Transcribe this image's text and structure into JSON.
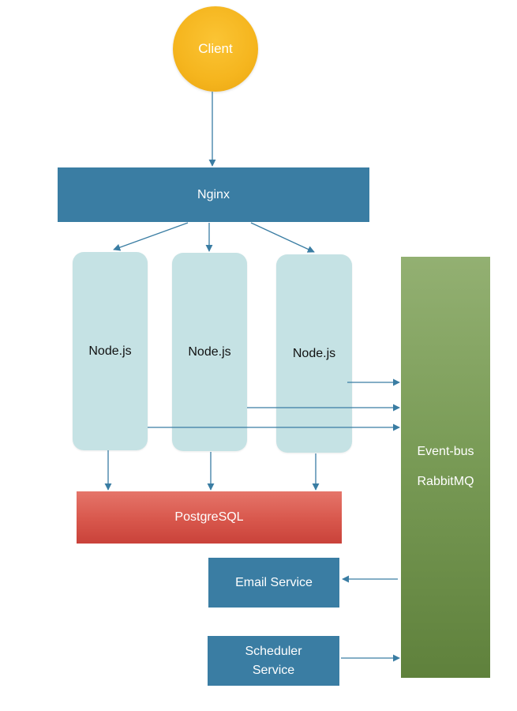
{
  "nodes": {
    "client": "Client",
    "nginx": "Nginx",
    "nodejs": [
      "Node.js",
      "Node.js",
      "Node.js"
    ],
    "postgres": "PostgreSQL",
    "eventbus": {
      "line1": "Event-bus",
      "line2": "RabbitMQ"
    },
    "email": "Email Service",
    "scheduler": {
      "line1": "Scheduler",
      "line2": "Service"
    }
  },
  "colors": {
    "arrow": "#3a7da3",
    "client": "#f5b51e",
    "nginx": "#3a7da3",
    "nodejs": "#c5e2e4",
    "postgres": "#d8574c",
    "eventbus": "#7a9c57",
    "service": "#3a7da3"
  }
}
